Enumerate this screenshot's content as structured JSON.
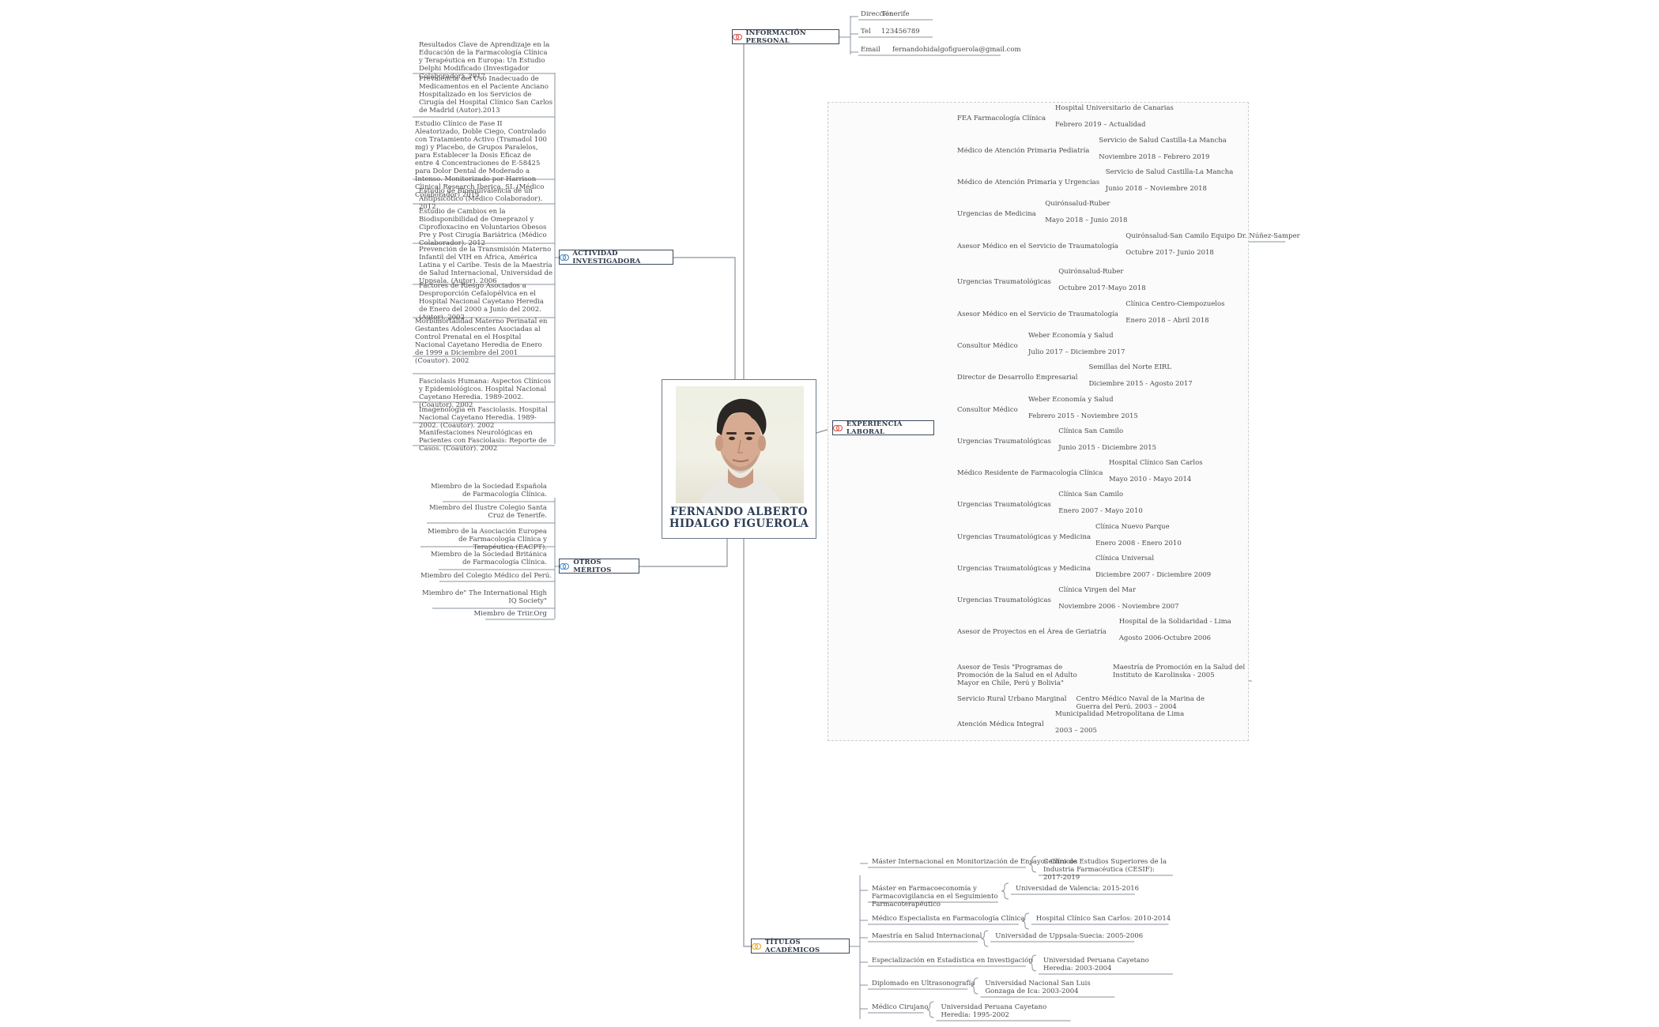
{
  "center": {
    "name": "FERNANDO ALBERTO HIDALGO FIGUEROLA",
    "photo": "portrait photo of a man with dark hair"
  },
  "colors": {
    "line": "#8a939c",
    "branch_border": "#3d4a5c",
    "icon_red": "#e0463a",
    "icon_blue": "#3a86c8",
    "icon_yellow": "#f0a21a",
    "center_text": "#2c3e55"
  },
  "branches": {
    "personal": {
      "title": "INFORMACIÓN PERSONAL",
      "icon": "link-icon",
      "items": [
        {
          "key": "Dirección",
          "value": "Tenerife"
        },
        {
          "key": "Tel",
          "value": "123456789"
        },
        {
          "key": "Email",
          "value": "fernandohidalgofiguerola@gmail.com"
        }
      ]
    },
    "research": {
      "title": "ACTIVIDAD INVESTIGADORA",
      "icon": "link-icon",
      "items": [
        "Resultados Clave de Aprendizaje en la Educación de la Farmacología Clínica y Terapéutica en Europa: Un Estudio Delphi Modificado (Investigador Colaborador). 2017",
        "Prevalencia del Uso Inadecuado de Medicamentos en el Paciente Anciano Hospitalizado en los Servicios de Cirugía del Hospital Clínico San Carlos de Madrid (Autor).2013",
        "Estudio Clínico de Fase II Aleatorizado, Doble Ciego, Controlado con Tratamiento Activo (Tramadol 100 mg) y Placebo, de Grupos Paralelos, para Establecer la Dosis Eficaz de entre 4 Concentraciones de E-58425 para Dolor Dental de Moderado a Intenso. Monitorizado por Harrison Clinical Research Iberica, SL (Médico Colaborador) 2013",
        "Estudio de Bioequivalencia de un Antipsicótico (Médico Colaborador). 2012",
        "Estudio de Cambios en la Biodisponibilidad de Omeprazol y Ciprofloxacino en Voluntarios Obesos Pre y Post Cirugía Bariátrica (Médico Colaborador). 2012",
        "Prevención de la Transmisión Materno Infantil del VIH en África, América Latina y el Caribe. Tesis de la Maestría de Salud Internacional, Universidad de Uppsala. (Autor). 2006",
        "Factores de Riesgo Asociados a Desproporción Cefalopélvica en el Hospital Nacional Cayetano Heredia de Enero del 2000 a Junio del 2002. (Autor). 2002",
        "Morbimortalidad Materno Perinatal en Gestantes Adolescentes Asociadas al Control Prenatal en el Hospital Nacional Cayetano Heredia de Enero de 1999 a Diciembre del 2001 (Coautor). 2002",
        "",
        "Fasciolasis Humana: Aspectos Clínicos y Epidemiológicos. Hospital Nacional Cayetano Heredia. 1989-2002. (Coautor). 2002",
        "Imagenología en Fasciolasis. Hospital Nacional Cayetano Heredia. 1989-2002. (Coautor). 2002",
        "Manifestaciones Neurológicas en Pacientes con Fasciolasis: Reporte de Casos. (Coautor). 2002"
      ]
    },
    "merits": {
      "title": "OTROS MÉRITOS",
      "icon": "link-icon",
      "items": [
        "Miembro de la Sociedad Española de Farmacología Clínica.",
        "Miembro del Ilustre Colegio Santa Cruz de Tenerife.",
        "Miembro de la Asociación Europea de Farmacología Clínica y Terapéutica (EACPT).",
        "Miembro de la Sociedad Británica de Farmacología Clínica.",
        "Miembro del Colegio Médico del Perú.",
        "Miembro de\" The International High IQ Society\"",
        "Miembro de Triir.Org"
      ]
    },
    "experience": {
      "title": "EXPERIENCIA LABORAL",
      "icon": "link-icon",
      "items": [
        {
          "role": "FEA Farmacología Clínica",
          "place": "Hospital Universitario de Canarias",
          "dates": "Febrero 2019 – Actualidad"
        },
        {
          "role": "Médico de Atención Primaria Pediatría",
          "place": "Servicio de Salud Castilla-La Mancha",
          "dates": "Noviembre 2018 – Febrero 2019"
        },
        {
          "role": "Médico de Atención Primaria y Urgencias",
          "place": "Servicio de Salud Castilla-La Mancha",
          "dates": "Junio 2018 – Noviembre 2018"
        },
        {
          "role": "Urgencias de Medicina",
          "place": "Quirónsalud-Ruber",
          "dates": "Mayo 2018 – Junio 2018"
        },
        {
          "role": "Asesor Médico en el Servicio de Traumatología",
          "place": "Quirónsalud-San Camilo Equipo Dr. Núñez-Samper",
          "dates": "Octubre 2017- Junio 2018"
        },
        {
          "role": "Urgencias Traumatológicas",
          "place": "Quirónsalud-Ruber",
          "dates": "Octubre 2017-Mayo 2018"
        },
        {
          "role": "Asesor Médico en el Servicio de Traumatología",
          "place": "Clínica Centro-Ciempozuelos",
          "dates": "Enero 2018 – Abril 2018"
        },
        {
          "role": "Consultor Médico",
          "place": "Weber Economía y Salud",
          "dates": "Julio 2017 – Diciembre 2017"
        },
        {
          "role": "Director de Desarrollo Empresarial",
          "place": "Semillas del Norte EIRL",
          "dates": "Diciembre 2015 - Agosto 2017"
        },
        {
          "role": "Consultor Médico",
          "place": "Weber Economía y Salud",
          "dates": "Febrero 2015 - Noviembre 2015"
        },
        {
          "role": "Urgencias Traumatológicas",
          "place": "Clínica San Camilo",
          "dates": "Junio 2015 - Diciembre 2015"
        },
        {
          "role": "Médico Residente de Farmacología Clínica",
          "place": "Hospital Clínico San Carlos",
          "dates": "Mayo 2010 - Mayo 2014"
        },
        {
          "role": "Urgencias Traumatológicas",
          "place": "Clínica San Camilo",
          "dates": "Enero 2007 - Mayo 2010"
        },
        {
          "role": "Urgencias Traumatológicas y Medicina",
          "place": "Clínica Nuevo Parque",
          "dates": "Enero 2008 - Enero 2010"
        },
        {
          "role": "Urgencias Traumatológicas y Medicina",
          "place": "Clínica Universal",
          "dates": "Diciembre 2007 - Diciembre 2009"
        },
        {
          "role": "Urgencias Traumatológicas",
          "place": "Clínica Virgen del Mar",
          "dates": "Noviembre 2006 - Noviembre 2007"
        },
        {
          "role": "Asesor de Proyectos en el Área de Geriatría",
          "place": "Hospital de la Solidaridad - Lima",
          "dates": "Agosto 2006-Octubre 2006"
        },
        {
          "role": "Asesor de Tesis \"Programas de Promoción de la Salud en el Adulto Mayor en Chile, Perú y Bolivia\"",
          "place": "Maestría de Promoción en la Salud del Instituto de Karolinska - 2005",
          "dates": ""
        },
        {
          "role": "Servicio Rural Urbano Marginal",
          "place": "Centro Médico Naval de la Marina de Guerra del Perú. 2003 – 2004",
          "dates": ""
        },
        {
          "role": "Atención Médica Integral",
          "place": "Municipalidad Metropolitana de Lima",
          "dates": "2003 – 2005"
        }
      ]
    },
    "education": {
      "title": "TÍTULOS ACADÉMICOS",
      "icon": "link-icon",
      "items": [
        {
          "degree": "Máster Internacional en Monitorización de Ensayos Clínicos",
          "institution": "Centro de Estudios Superiores de la Industria Farmacéutica (CESIF): 2017-2019"
        },
        {
          "degree": "Máster en Farmacoeconomía y Farmacovigilancia en el Seguimiento Farmacoterapéutico",
          "institution": "Universidad de Valencia: 2015-2016"
        },
        {
          "degree": "Médico Especialista en Farmacología Clínica",
          "institution": "Hospital Clínico San Carlos: 2010-2014"
        },
        {
          "degree": "Maestría en Salud Internacional",
          "institution": "Universidad de Uppsala-Suecia: 2005-2006"
        },
        {
          "degree": "Especialización en Estadística en Investigación",
          "institution": "Universidad Peruana Cayetano Heredia: 2003-2004"
        },
        {
          "degree": "Diplomado en Ultrasonografía",
          "institution": "Universidad Nacional San Luis Gonzaga de Ica: 2003-2004"
        },
        {
          "degree": "Médico Cirujano",
          "institution": "Universidad Peruana Cayetano Heredia: 1995-2002"
        }
      ]
    }
  }
}
